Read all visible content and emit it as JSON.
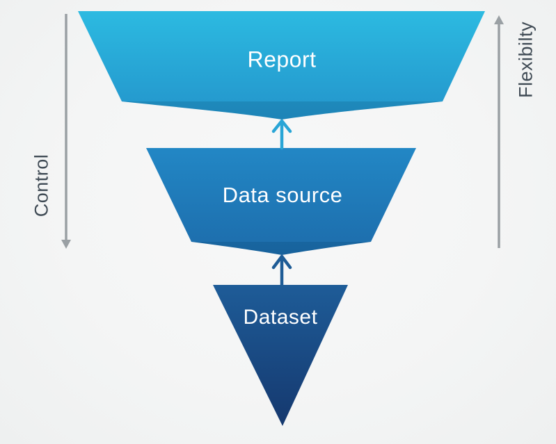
{
  "diagram": {
    "title": "looker-studio-funnel",
    "layers": [
      {
        "label": "Report",
        "shape": "trapezoid",
        "position": "top"
      },
      {
        "label": "Data source",
        "shape": "trapezoid",
        "position": "middle"
      },
      {
        "label": "Dataset",
        "shape": "triangle",
        "position": "bottom"
      }
    ],
    "connectors": [
      {
        "name": "dataset-to-datasource",
        "direction": "up"
      },
      {
        "name": "datasource-to-report",
        "direction": "up"
      }
    ],
    "axes": {
      "left": {
        "label": "Control",
        "direction": "down"
      },
      "right": {
        "label": "Flexibilty",
        "direction": "up"
      }
    },
    "colors": {
      "report_top": "#2cbae1",
      "report_bottom": "#2394cb",
      "datasource_top": "#2287c5",
      "datasource_bottom": "#1d6cab",
      "dataset_top": "#1e5c98",
      "dataset_bottom": "#15386e",
      "fold_shadow": "rgba(3,52,80,0.16)",
      "arrow_upper": "#29a5d6",
      "arrow_lower": "#1e5c96",
      "axis_gray": "#9aa0a4",
      "axis_text": "#3f4a54",
      "layer_text": "#ffffff"
    }
  }
}
